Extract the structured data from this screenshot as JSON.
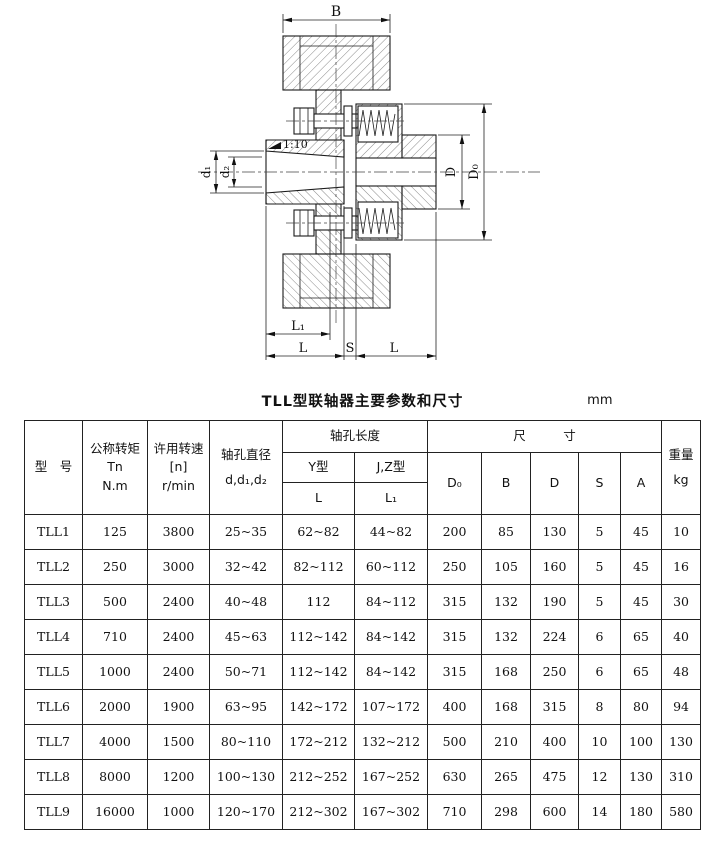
{
  "drawing": {
    "labels": {
      "B": "B",
      "D": "D",
      "D0": "D₀",
      "d1": "d₁",
      "d2": "d₂",
      "taper": "1:10",
      "L1": "L₁",
      "L_left": "L",
      "S": "S",
      "L_right": "L"
    }
  },
  "table": {
    "title": "TLL型联轴器主要参数和尺寸",
    "unit": "mm",
    "headers": {
      "model": "型　号",
      "torque": [
        "公称转矩",
        "Tn",
        "N.m"
      ],
      "speed": [
        "许用转速",
        "[n]",
        "r/min"
      ],
      "bore": [
        "轴孔直径",
        "d,d₁,d₂"
      ],
      "bore_length": "轴孔长度",
      "y_type": "Y型",
      "jz_type": "J,Z型",
      "L": "L",
      "L1": "L₁",
      "size": "尺　　　寸",
      "D0": "D₀",
      "B": "B",
      "D": "D",
      "S": "S",
      "A": "A",
      "weight": [
        "重量",
        "kg"
      ]
    },
    "rows": [
      [
        "TLL1",
        "125",
        "3800",
        "25~35",
        "62~82",
        "44~82",
        "200",
        "85",
        "130",
        "5",
        "45",
        "10"
      ],
      [
        "TLL2",
        "250",
        "3000",
        "32~42",
        "82~112",
        "60~112",
        "250",
        "105",
        "160",
        "5",
        "45",
        "16"
      ],
      [
        "TLL3",
        "500",
        "2400",
        "40~48",
        "112",
        "84~112",
        "315",
        "132",
        "190",
        "5",
        "45",
        "30"
      ],
      [
        "TLL4",
        "710",
        "2400",
        "45~63",
        "112~142",
        "84~142",
        "315",
        "132",
        "224",
        "6",
        "65",
        "40"
      ],
      [
        "TLL5",
        "1000",
        "2400",
        "50~71",
        "112~142",
        "84~142",
        "315",
        "168",
        "250",
        "6",
        "65",
        "48"
      ],
      [
        "TLL6",
        "2000",
        "1900",
        "63~95",
        "142~172",
        "107~172",
        "400",
        "168",
        "315",
        "8",
        "80",
        "94"
      ],
      [
        "TLL7",
        "4000",
        "1500",
        "80~110",
        "172~212",
        "132~212",
        "500",
        "210",
        "400",
        "10",
        "100",
        "130"
      ],
      [
        "TLL8",
        "8000",
        "1200",
        "100~130",
        "212~252",
        "167~252",
        "630",
        "265",
        "475",
        "12",
        "130",
        "310"
      ],
      [
        "TLL9",
        "16000",
        "1000",
        "120~170",
        "212~302",
        "167~302",
        "710",
        "298",
        "600",
        "14",
        "180",
        "580"
      ]
    ]
  }
}
